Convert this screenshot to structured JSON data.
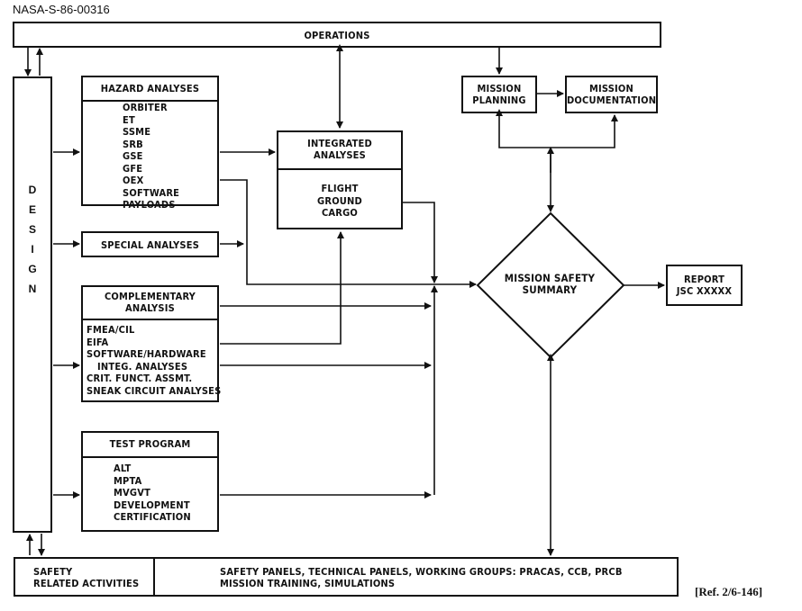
{
  "doc_id": "NASA-S-86-00316",
  "reference": "[Ref. 2/6-146]",
  "operations": {
    "label": "OPERATIONS"
  },
  "design": {
    "letters": [
      "D",
      "E",
      "S",
      "I",
      "G",
      "N"
    ]
  },
  "hazard_analyses": {
    "title": "HAZARD ANALYSES",
    "items": [
      "ORBITER",
      "ET",
      "SSME",
      "SRB",
      "GSE",
      "GFE",
      "OEX",
      "SOFTWARE",
      "PAYLOADS"
    ]
  },
  "special_analyses": {
    "title": "SPECIAL ANALYSES"
  },
  "complementary_analysis": {
    "title_line1": "COMPLEMENTARY",
    "title_line2": "ANALYSIS",
    "items": [
      "FMEA/CIL",
      "EIFA",
      "SOFTWARE/HARDWARE",
      "INTEG. ANALYSES",
      "CRIT. FUNCT. ASSMT.",
      "SNEAK CIRCUIT ANALYSES"
    ]
  },
  "test_program": {
    "title": "TEST PROGRAM",
    "items": [
      "ALT",
      "MPTA",
      "MVGVT",
      "DEVELOPMENT",
      "CERTIFICATION"
    ]
  },
  "integrated_analyses": {
    "title_line1": "INTEGRATED",
    "title_line2": "ANALYSES",
    "items": [
      "FLIGHT",
      "GROUND",
      "CARGO"
    ]
  },
  "mission_planning": {
    "line1": "MISSION",
    "line2": "PLANNING"
  },
  "mission_documentation": {
    "line1": "MISSION",
    "line2": "DOCUMENTATION"
  },
  "mission_safety_summary": {
    "line1": "MISSION SAFETY",
    "line2": "SUMMARY"
  },
  "report": {
    "line1": "REPORT",
    "line2": "JSC XXXXX"
  },
  "safety_related": {
    "line1": "SAFETY",
    "line2": "RELATED ACTIVITIES"
  },
  "panels": {
    "line1": "SAFETY PANELS, TECHNICAL PANELS, WORKING GROUPS: PRACAS, CCB, PRCB",
    "line2": "MISSION TRAINING, SIMULATIONS"
  }
}
